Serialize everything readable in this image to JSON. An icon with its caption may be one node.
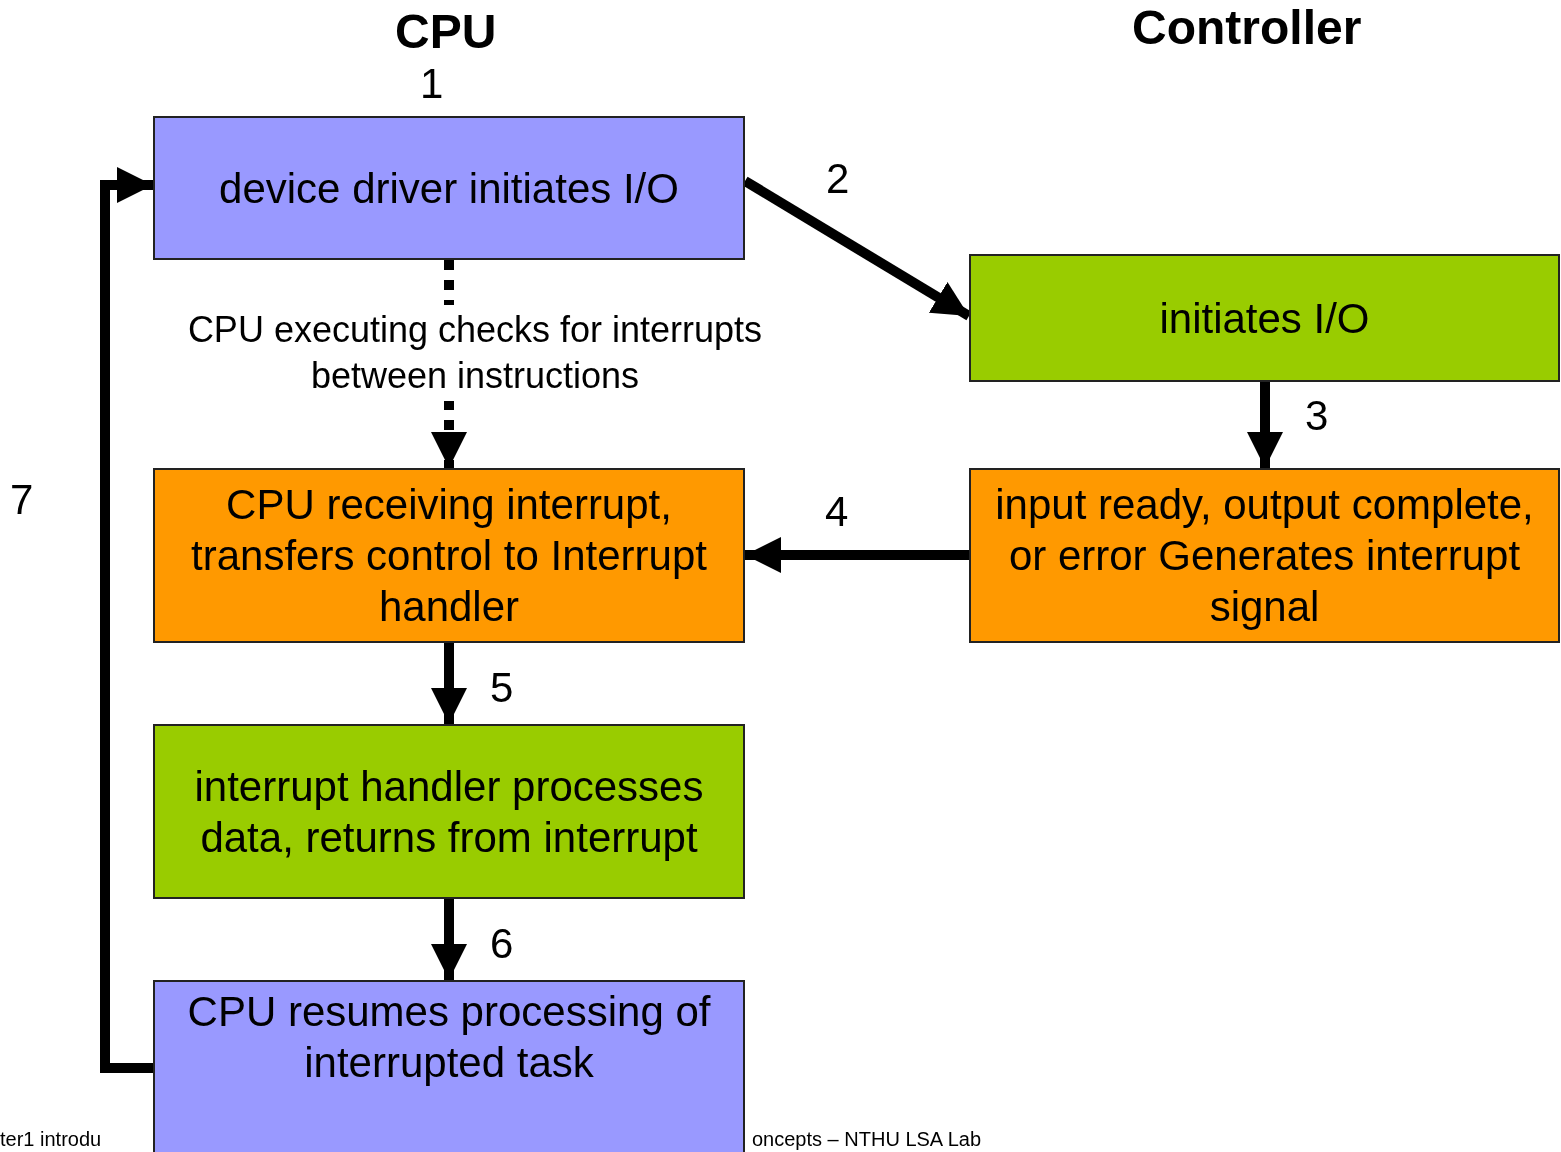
{
  "diagram": {
    "nodes": [
      {
        "text": [
          "device driver initiates I/O"
        ],
        "beside": [
          "1"
        ]
      },
      {
        "text": [
          "initiates I/O"
        ]
      },
      {
        "text": [
          "CPU receiving interrupt, transfers control to Interrupt handler"
        ]
      },
      {
        "text": [
          "input ready, output complete, or error Generates interrupt signal"
        ]
      },
      {
        "text": [
          "interrupt handler processes data, returns from interrupt"
        ]
      },
      {
        "text": [
          "CPU resumes processing of interrupted task"
        ]
      }
    ],
    "edges": [
      {
        "from": 0,
        "to": 1,
        "arrow": "to",
        "label": "2"
      },
      {
        "from": 0,
        "to": 2,
        "arrow": "to",
        "style": "dashed",
        "label": "CPU executing checks for interrupts between instructions"
      },
      {
        "from": 1,
        "to": 3,
        "arrow": "to",
        "label": "3"
      },
      {
        "from": 3,
        "to": 2,
        "arrow": "to",
        "label": "4"
      },
      {
        "from": 2,
        "to": 4,
        "arrow": "to",
        "label": "5"
      },
      {
        "from": 4,
        "to": 5,
        "arrow": "to",
        "label": "6"
      },
      {
        "from": 5,
        "to": 0,
        "arrow": "to",
        "label": "7"
      }
    ],
    "labels": [
      "CPU",
      "Controller",
      "ter1 introdu",
      "oncepts – NTHU LSA Lab"
    ]
  }
}
